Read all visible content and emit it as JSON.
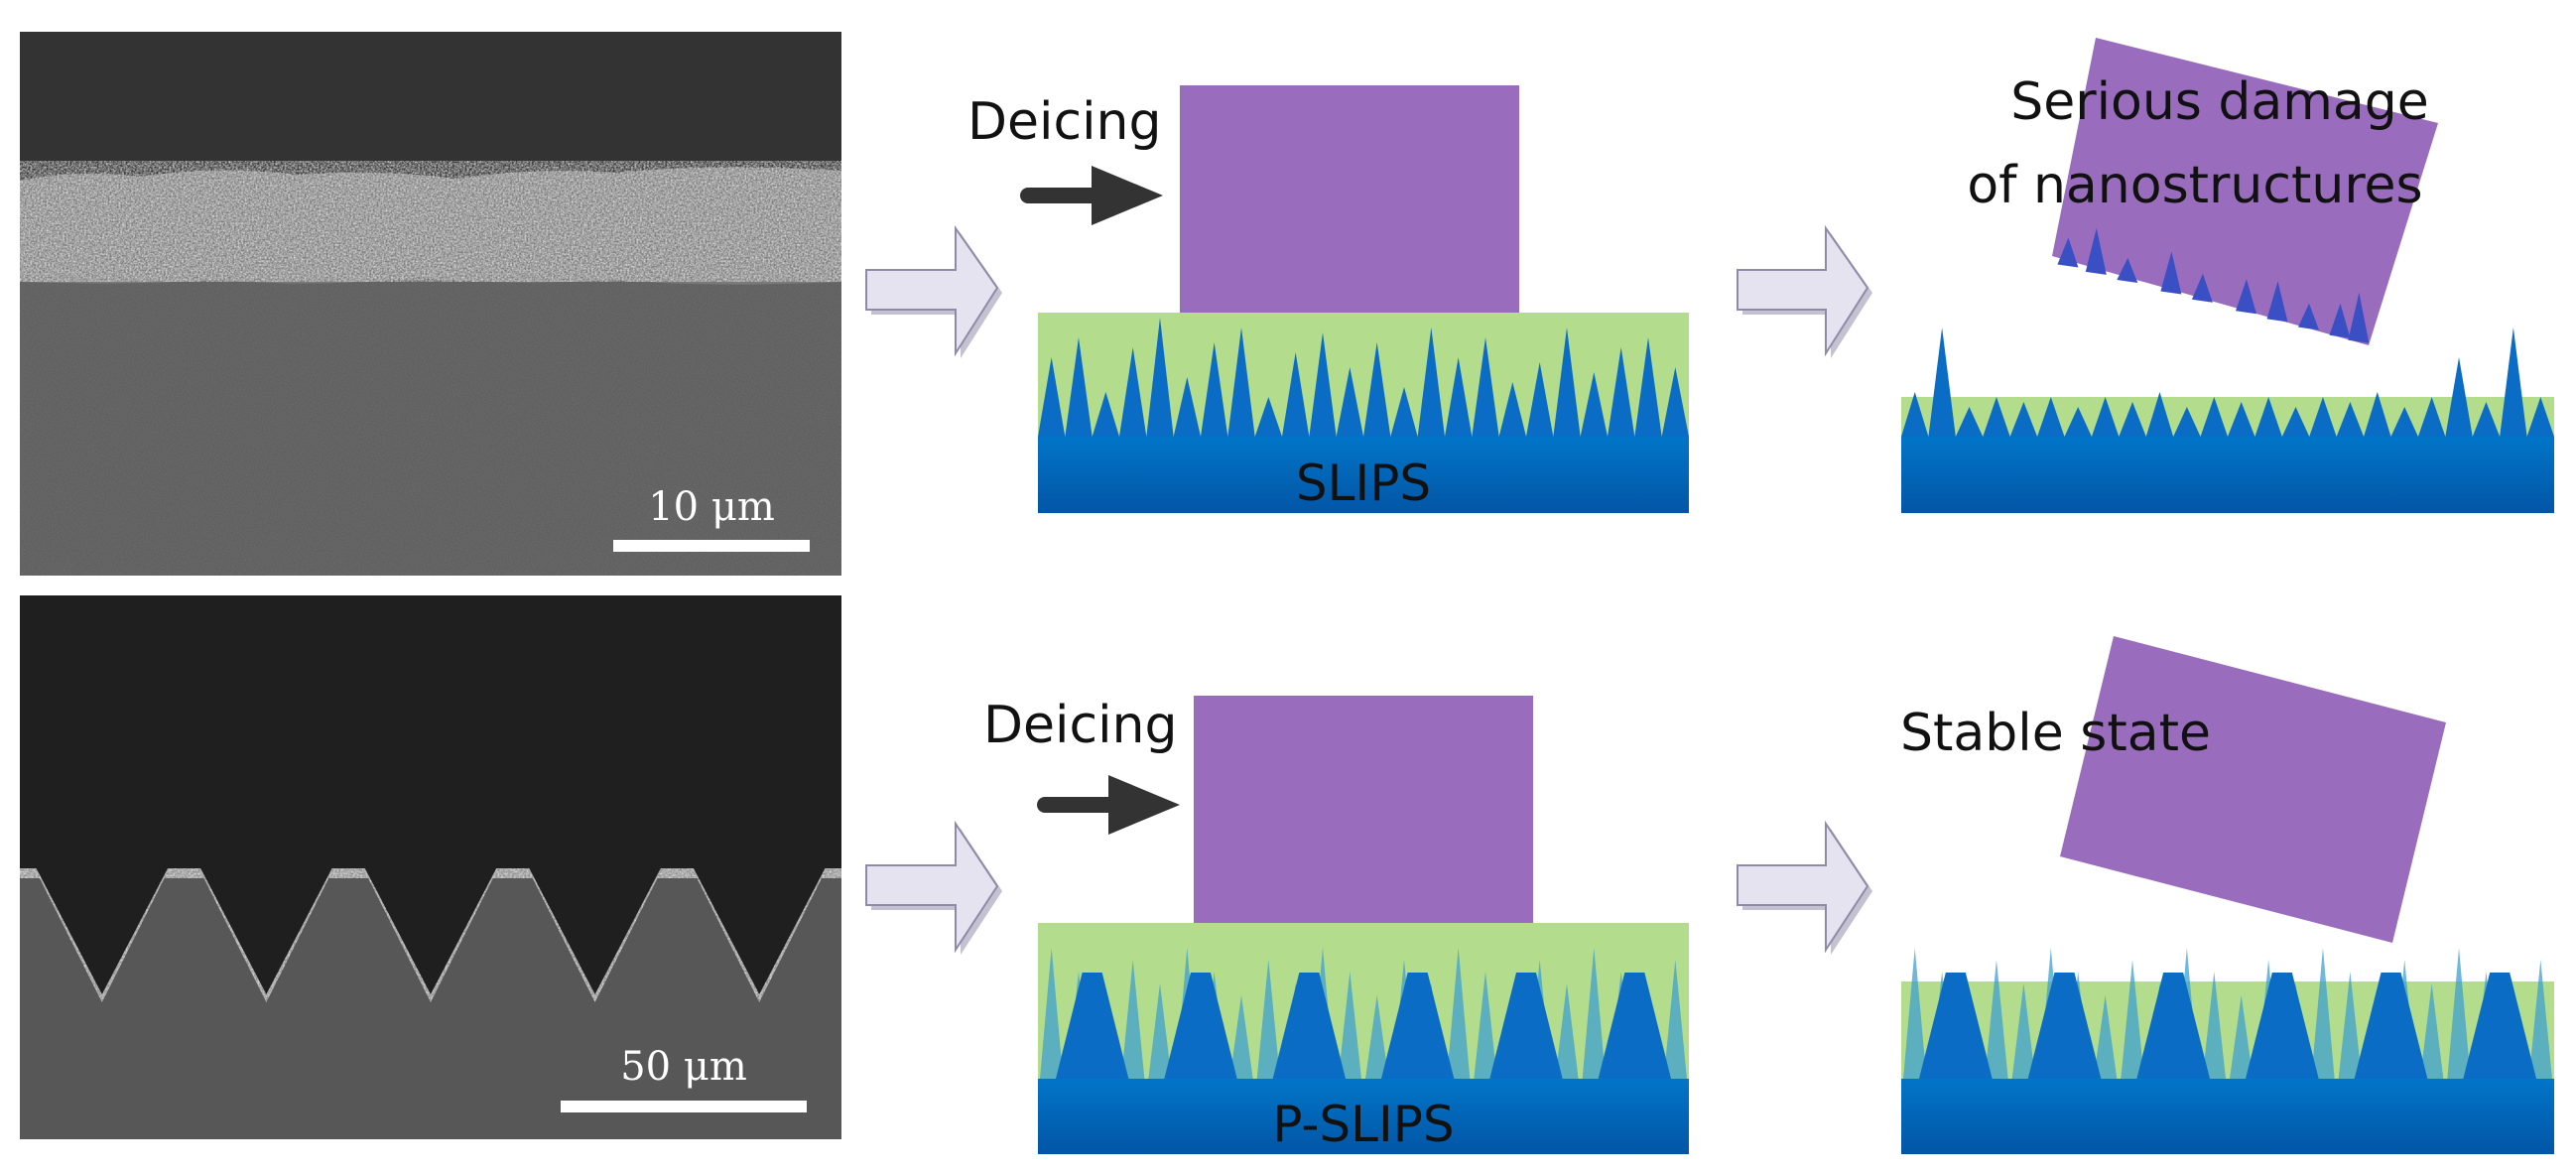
{
  "rows": [
    {
      "sem": {
        "scale_label": "10 μm"
      },
      "middle": {
        "action_label": "Deicing",
        "substrate_label": "SLIPS"
      },
      "right": {
        "caption_line1": "Serious damage",
        "caption_line2": "of nanostructures"
      }
    },
    {
      "sem": {
        "scale_label": "50 μm"
      },
      "middle": {
        "action_label": "Deicing",
        "substrate_label": "P-SLIPS"
      },
      "right": {
        "caption_line1": "Stable state"
      }
    }
  ],
  "colors": {
    "ice": "#9a6cbd",
    "lubricant": "#b3dd8d",
    "substrate_top": "#0270c1",
    "substrate_bottom": "#0358a8",
    "spike": "#0a6cc4",
    "process_arrow_fill": "#e4e1ee",
    "process_arrow_stroke": "#8f8ca8",
    "push_arrow": "#333333"
  },
  "icons": [
    "process-arrow-icon",
    "push-arrow-icon"
  ]
}
